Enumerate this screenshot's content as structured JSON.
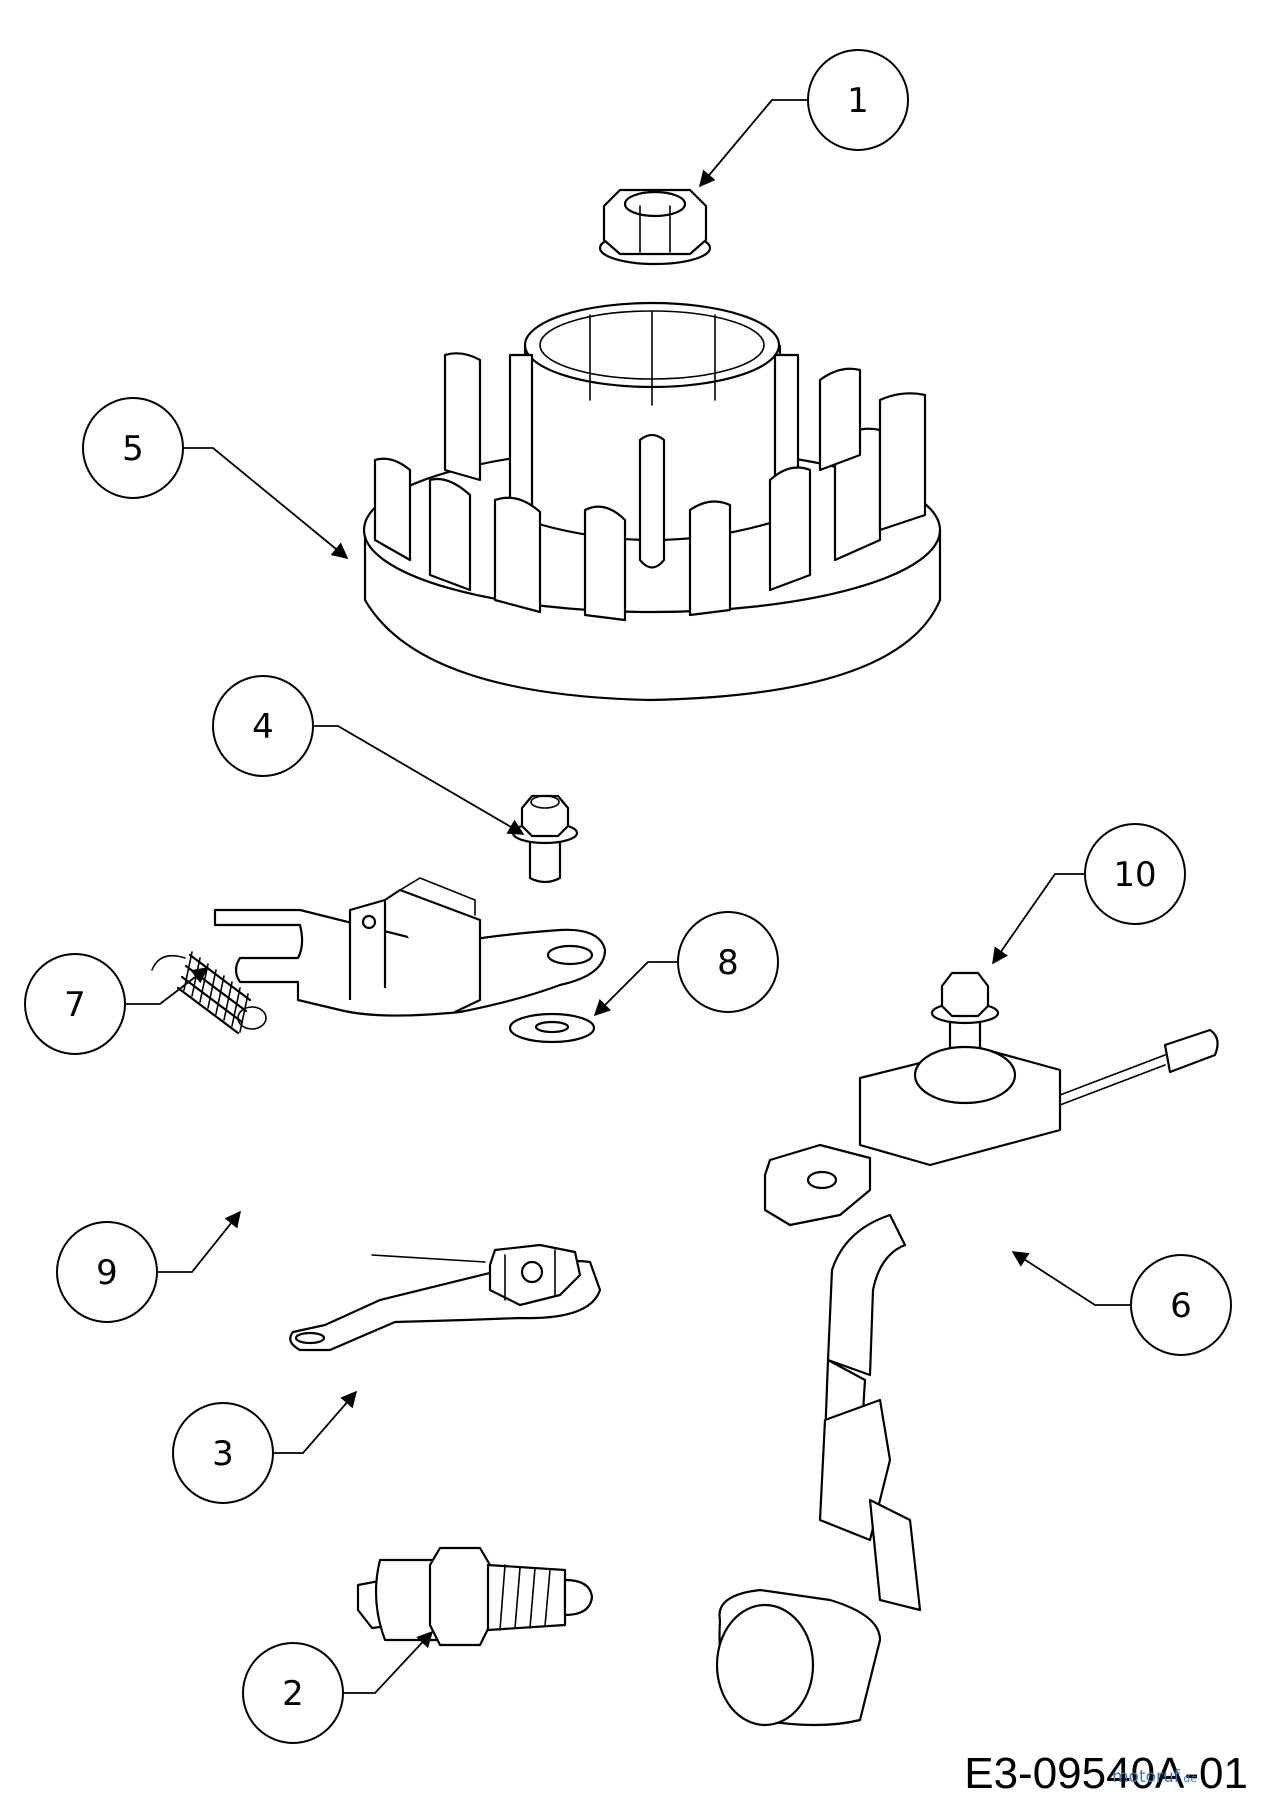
{
  "callouts": [
    {
      "label": "1"
    },
    {
      "label": "2"
    },
    {
      "label": "3"
    },
    {
      "label": "4"
    },
    {
      "label": "5"
    },
    {
      "label": "6"
    },
    {
      "label": "7"
    },
    {
      "label": "8"
    },
    {
      "label": "9"
    },
    {
      "label": "10"
    }
  ],
  "reference_code": "E3-09540A-01",
  "watermark": {
    "text": "motoruf",
    "suffix": ".de",
    "color": "#3a7bbf"
  }
}
